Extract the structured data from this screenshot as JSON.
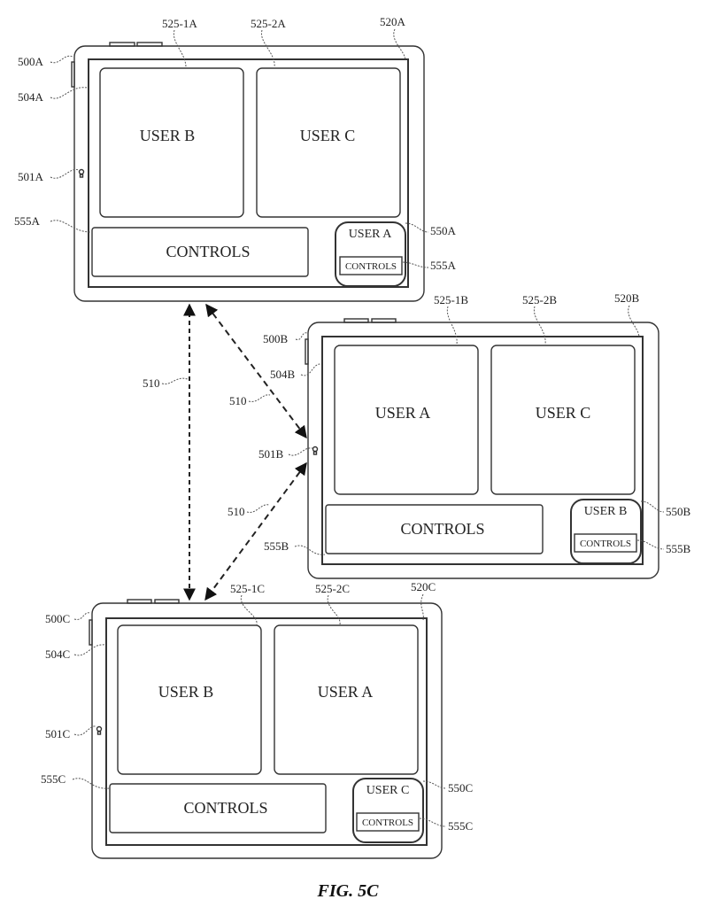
{
  "figure": {
    "caption": "FIG. 5C",
    "link_label": "510",
    "devices": [
      {
        "id": "A",
        "device_ref": "500A",
        "display_ref": "504A",
        "camera_ref": "501A",
        "screen_ref": "520A",
        "tile1_ref": "525-1A",
        "tile1_label": "USER B",
        "tile2_ref": "525-2A",
        "tile2_label": "USER C",
        "controls_ref": "555A",
        "controls_label": "CONTROLS",
        "self_view_ref": "550A",
        "self_view_label": "USER A",
        "self_controls_ref": "555A",
        "self_controls_label": "CONTROLS"
      },
      {
        "id": "B",
        "device_ref": "500B",
        "display_ref": "504B",
        "camera_ref": "501B",
        "screen_ref": "520B",
        "tile1_ref": "525-1B",
        "tile1_label": "USER A",
        "tile2_ref": "525-2B",
        "tile2_label": "USER C",
        "controls_ref": "555B",
        "controls_label": "CONTROLS",
        "self_view_ref": "550B",
        "self_view_label": "USER B",
        "self_controls_ref": "555B",
        "self_controls_label": "CONTROLS"
      },
      {
        "id": "C",
        "device_ref": "500C",
        "display_ref": "504C",
        "camera_ref": "501C",
        "screen_ref": "520C",
        "tile1_ref": "525-1C",
        "tile1_label": "USER B",
        "tile2_ref": "525-2C",
        "tile2_label": "USER A",
        "controls_ref": "555C",
        "controls_label": "CONTROLS",
        "self_view_ref": "550C",
        "self_view_label": "USER C",
        "self_controls_ref": "555C",
        "self_controls_label": "CONTROLS"
      }
    ]
  }
}
